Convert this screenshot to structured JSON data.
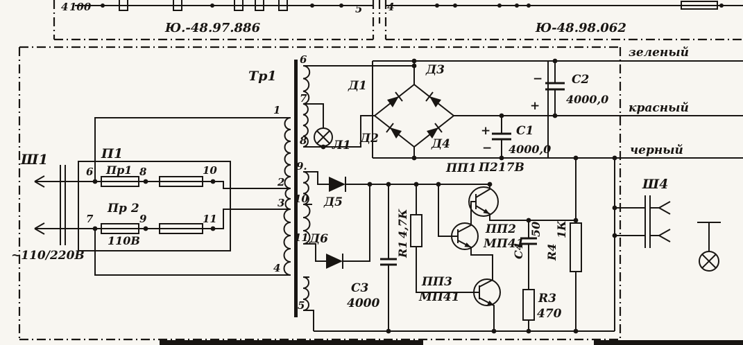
{
  "top_strip": {
    "pin_a": "4",
    "pin_b": "100",
    "pin_c": "5",
    "pin_d": "4",
    "module_left": "Ю.-48.97.886",
    "module_right": "Ю-48.98.062"
  },
  "input": {
    "connector": "Ш1",
    "voltage": "~110/220В"
  },
  "switch": {
    "name": "П1",
    "fuse1": "Пр1",
    "fuse2": "Пр 2",
    "rating": "110В",
    "pin6": "6",
    "pin7": "7",
    "pin8": "8",
    "pin9": "9",
    "pin10": "10",
    "pin11": "11"
  },
  "transformer": {
    "name": "Тр1",
    "pin1": "1",
    "pin2": "2",
    "pin3": "3",
    "pin4": "4",
    "pin5": "5",
    "pin6": "6",
    "pin7": "7",
    "pin8": "8",
    "pin9": "9.",
    "pin10": "10",
    "pin11": "11"
  },
  "lamp": {
    "name": "Л1"
  },
  "bridge": {
    "d1": "Д1",
    "d2": "Д2",
    "d3": "Д3",
    "d4": "Д4"
  },
  "rectifier_diodes": {
    "d5": "Д5",
    "d6": "Д6"
  },
  "capacitors": {
    "c1_name": "С1",
    "c1_value": "4000,0",
    "c1_plus": "+",
    "c1_minus": "−",
    "c2_name": "С2",
    "c2_value": "4000,0",
    "c2_plus": "+",
    "c2_minus": "−",
    "c3_name": "С3",
    "c3_value": "4000",
    "c4_name": "С4",
    "c4_value": "50"
  },
  "resistors": {
    "r1_name": "R1",
    "r1_value": "4,7К",
    "r3_name": "R3",
    "r3_value": "470",
    "r4_name": "R4",
    "r4_value": "1К"
  },
  "transistors": {
    "pp1_name": "ПП1",
    "pp1_type": "П217В",
    "pp2_name": "ПП2",
    "pp2_type": "МП41",
    "pp3_name": "ПП3",
    "pp3_type": "МП41"
  },
  "wire_colors": {
    "green": "зеленый",
    "red": "красный",
    "black": "черный"
  },
  "output": {
    "connector": "Ш4"
  }
}
